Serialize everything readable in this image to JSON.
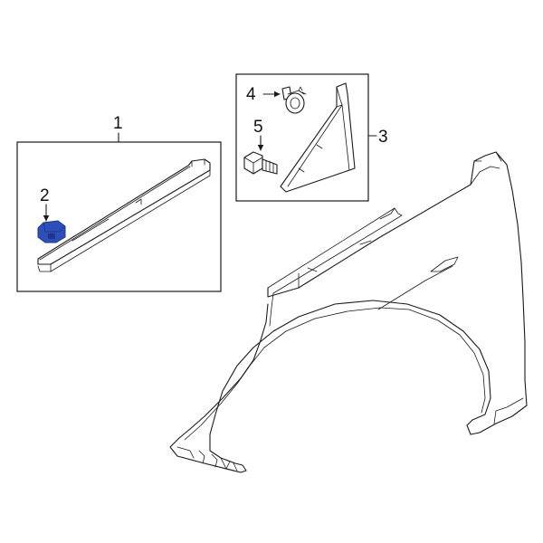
{
  "callouts": {
    "c1": "1",
    "c2": "2",
    "c3": "3",
    "c4": "4",
    "c5": "5"
  },
  "colors": {
    "highlight": "#2f4fb8",
    "highlight_dark": "#1d3590",
    "line": "#1a1a1a"
  }
}
